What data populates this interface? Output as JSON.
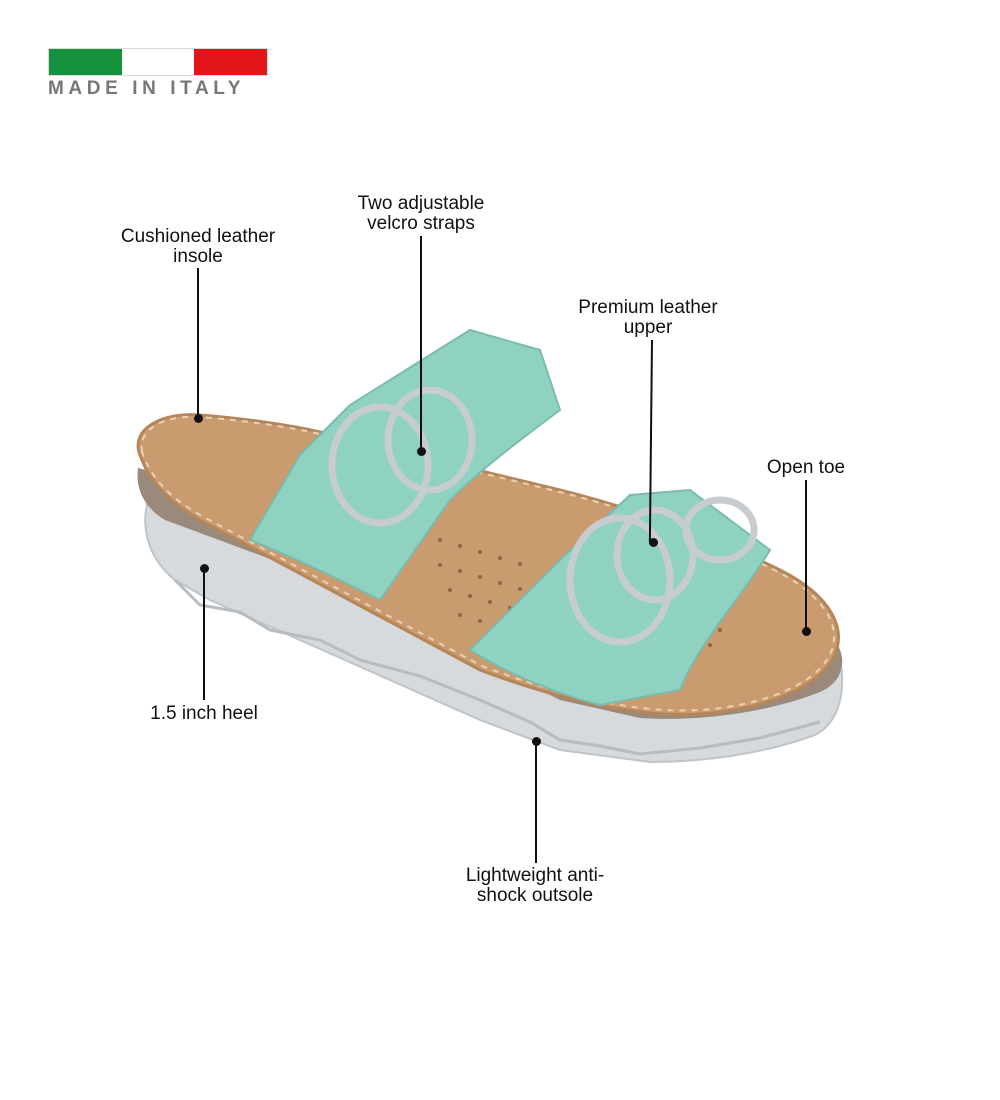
{
  "badge": {
    "text": "MADE IN ITALY",
    "text_color": "#777777",
    "flag_colors": [
      "#16923e",
      "#ffffff",
      "#e3151b"
    ]
  },
  "product": {
    "name": "sandal",
    "upper_color": "#8fd2c2",
    "insole_color": "#c99b6f",
    "outsole_color": "#d6dadd",
    "strap_trim_color": "#c6cccf"
  },
  "callouts": [
    {
      "id": "insole",
      "lines": [
        "Cushioned leather",
        "insole"
      ]
    },
    {
      "id": "straps",
      "lines": [
        "Two adjustable",
        "velcro straps"
      ]
    },
    {
      "id": "upper",
      "lines": [
        "Premium leather",
        "upper"
      ]
    },
    {
      "id": "toe",
      "lines": [
        "Open toe"
      ]
    },
    {
      "id": "heel",
      "lines": [
        "1.5 inch heel"
      ]
    },
    {
      "id": "outsole",
      "lines": [
        "Lightweight anti-",
        "shock outsole"
      ]
    }
  ]
}
